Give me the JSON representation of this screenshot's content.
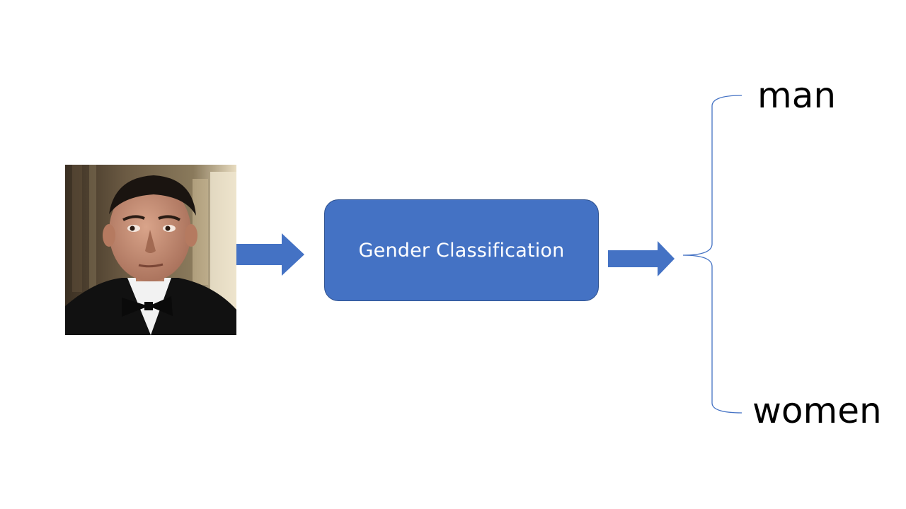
{
  "diagram": {
    "input": {
      "icon": "portrait-photo"
    },
    "process": {
      "label": "Gender Classification"
    },
    "outputs": {
      "top": "man",
      "bottom": "women"
    },
    "colors": {
      "box_fill": "#4472c4",
      "box_border": "#2f528f",
      "arrow_fill": "#4472c4",
      "brace_stroke": "#4472c4",
      "label_text": "#ffffff",
      "output_text": "#000000"
    }
  }
}
